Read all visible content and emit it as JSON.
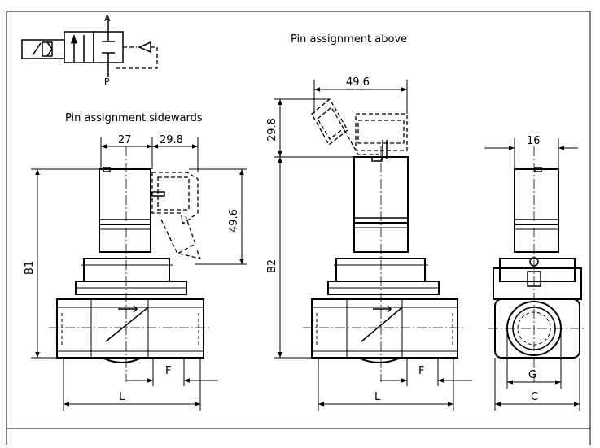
{
  "labels": {
    "pin_above": "Pin assignment above",
    "pin_sidewards": "Pin assignment sidewards"
  },
  "symbol": {
    "port_a": "A",
    "port_p": "P"
  },
  "dimensions": {
    "d27": "27",
    "d29_8_side": "29.8",
    "d49_6_side": "49.6",
    "b1": "B1",
    "f_left": "F",
    "l_left": "L",
    "d49_6_top": "49.6",
    "d29_8_top": "29.8",
    "b2": "B2",
    "f_mid": "F",
    "l_mid": "L",
    "d16": "16",
    "g": "G",
    "c": "C"
  }
}
